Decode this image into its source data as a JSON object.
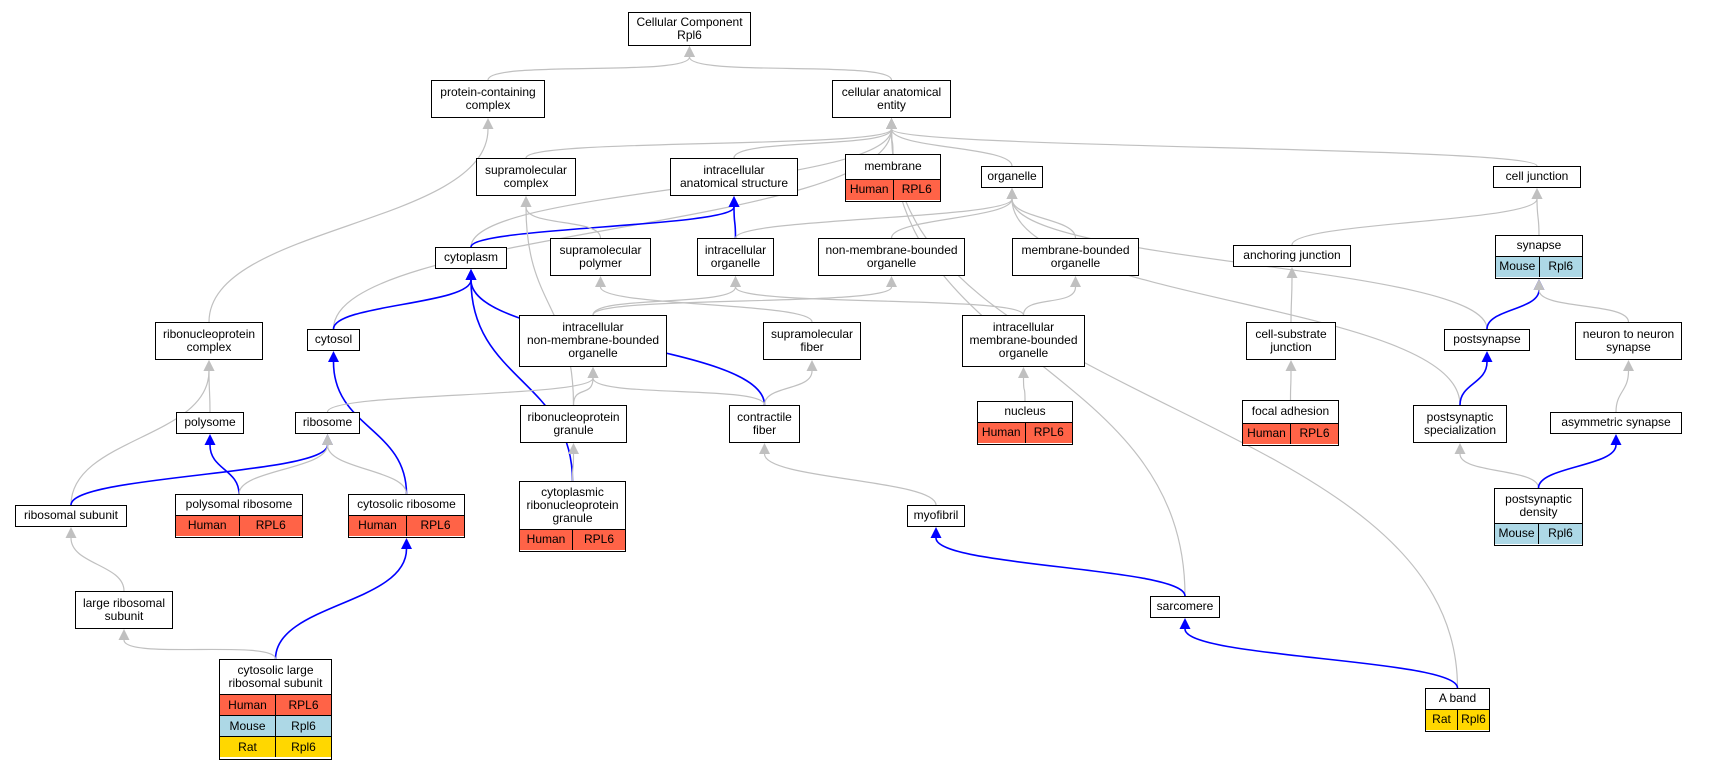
{
  "colors": {
    "Human": "#ff6347",
    "Mouse": "#add8e6",
    "Rat": "#ffd700",
    "edge_gray": "#c0c0c0",
    "edge_blue": "#0000ff"
  },
  "nodes": {
    "cc": {
      "label": "Cellular Component\nRpl6",
      "rows": []
    },
    "pcc": {
      "label": "protein-containing\ncomplex",
      "rows": []
    },
    "cae": {
      "label": "cellular anatomical\nentity",
      "rows": []
    },
    "smc": {
      "label": "supramolecular\ncomplex",
      "rows": []
    },
    "ias": {
      "label": "intracellular\nanatomical structure",
      "rows": []
    },
    "membrane": {
      "label": "membrane",
      "rows": [
        [
          "Human",
          "RPL6"
        ]
      ]
    },
    "organelle": {
      "label": "organelle",
      "rows": []
    },
    "celljunction": {
      "label": "cell junction",
      "rows": []
    },
    "cytoplasm": {
      "label": "cytoplasm",
      "rows": []
    },
    "smp": {
      "label": "supramolecular\npolymer",
      "rows": []
    },
    "io": {
      "label": "intracellular\norganelle",
      "rows": []
    },
    "nmbo": {
      "label": "non-membrane-bounded\norganelle",
      "rows": []
    },
    "mbo": {
      "label": "membrane-bounded\norganelle",
      "rows": []
    },
    "anchoring": {
      "label": "anchoring junction",
      "rows": []
    },
    "synapse": {
      "label": "synapse",
      "rows": [
        [
          "Mouse",
          "Rpl6"
        ]
      ]
    },
    "rnp": {
      "label": "ribonucleoprotein\ncomplex",
      "rows": []
    },
    "cytosol": {
      "label": "cytosol",
      "rows": []
    },
    "inmbo": {
      "label": "intracellular\nnon-membrane-bounded\norganelle",
      "rows": []
    },
    "smf": {
      "label": "supramolecular\nfiber",
      "rows": []
    },
    "imbo": {
      "label": "intracellular\nmembrane-bounded\norganelle",
      "rows": []
    },
    "csj": {
      "label": "cell-substrate\njunction",
      "rows": []
    },
    "postsynapse": {
      "label": "postsynapse",
      "rows": []
    },
    "n2n": {
      "label": "neuron to neuron\nsynapse",
      "rows": []
    },
    "polysome": {
      "label": "polysome",
      "rows": []
    },
    "ribosome": {
      "label": "ribosome",
      "rows": []
    },
    "rnpg": {
      "label": "ribonucleoprotein\ngranule",
      "rows": []
    },
    "cf": {
      "label": "contractile\nfiber",
      "rows": []
    },
    "nucleus": {
      "label": "nucleus",
      "rows": [
        [
          "Human",
          "RPL6"
        ]
      ]
    },
    "fa": {
      "label": "focal adhesion",
      "rows": [
        [
          "Human",
          "RPL6"
        ]
      ]
    },
    "pss": {
      "label": "postsynaptic\nspecialization",
      "rows": []
    },
    "asyn": {
      "label": "asymmetric synapse",
      "rows": []
    },
    "rsu": {
      "label": "ribosomal subunit",
      "rows": []
    },
    "pribo": {
      "label": "polysomal ribosome",
      "rows": [
        [
          "Human",
          "RPL6"
        ]
      ]
    },
    "cribo": {
      "label": "cytosolic ribosome",
      "rows": [
        [
          "Human",
          "RPL6"
        ]
      ]
    },
    "crnpg": {
      "label": "cytoplasmic\nribonucleoprotein\ngranule",
      "rows": [
        [
          "Human",
          "RPL6"
        ]
      ]
    },
    "myofibril": {
      "label": "myofibril",
      "rows": []
    },
    "psd": {
      "label": "postsynaptic\ndensity",
      "rows": [
        [
          "Mouse",
          "Rpl6"
        ]
      ]
    },
    "lrsu": {
      "label": "large ribosomal\nsubunit",
      "rows": []
    },
    "sarcomere": {
      "label": "sarcomere",
      "rows": []
    },
    "clrsu": {
      "label": "cytosolic large\nribosomal subunit",
      "rows": [
        [
          "Human",
          "RPL6"
        ],
        [
          "Mouse",
          "Rpl6"
        ],
        [
          "Rat",
          "Rpl6"
        ]
      ]
    },
    "aband": {
      "label": "A band",
      "rows": [
        [
          "Rat",
          "Rpl6"
        ]
      ]
    }
  },
  "edges": [
    {
      "from": "pcc",
      "to": "cc",
      "color": "gray"
    },
    {
      "from": "cae",
      "to": "cc",
      "color": "gray"
    },
    {
      "from": "rnp",
      "to": "pcc",
      "color": "gray"
    },
    {
      "from": "smc",
      "to": "cae",
      "color": "gray"
    },
    {
      "from": "ias",
      "to": "cae",
      "color": "gray"
    },
    {
      "from": "membrane",
      "to": "cae",
      "color": "gray"
    },
    {
      "from": "organelle",
      "to": "cae",
      "color": "gray"
    },
    {
      "from": "celljunction",
      "to": "cae",
      "color": "gray"
    },
    {
      "from": "cytoplasm",
      "to": "cae",
      "color": "gray"
    },
    {
      "from": "cytosol",
      "to": "cae",
      "color": "gray"
    },
    {
      "from": "sarcomere",
      "to": "cae",
      "color": "gray"
    },
    {
      "from": "aband",
      "to": "cae",
      "color": "gray"
    },
    {
      "from": "cytoplasm",
      "to": "ias",
      "color": "blue"
    },
    {
      "from": "io",
      "to": "ias",
      "color": "blue"
    },
    {
      "from": "smp",
      "to": "smc",
      "color": "gray"
    },
    {
      "from": "rnpg",
      "to": "smc",
      "color": "gray"
    },
    {
      "from": "io",
      "to": "organelle",
      "color": "gray"
    },
    {
      "from": "nmbo",
      "to": "organelle",
      "color": "gray"
    },
    {
      "from": "mbo",
      "to": "organelle",
      "color": "gray"
    },
    {
      "from": "pss",
      "to": "organelle",
      "color": "gray"
    },
    {
      "from": "postsynapse",
      "to": "organelle",
      "color": "gray"
    },
    {
      "from": "anchoring",
      "to": "celljunction",
      "color": "gray"
    },
    {
      "from": "synapse",
      "to": "celljunction",
      "color": "gray"
    },
    {
      "from": "cytosol",
      "to": "cytoplasm",
      "color": "blue"
    },
    {
      "from": "crnpg",
      "to": "cytoplasm",
      "color": "blue"
    },
    {
      "from": "cf",
      "to": "cytoplasm",
      "color": "blue"
    },
    {
      "from": "smf",
      "to": "smp",
      "color": "gray"
    },
    {
      "from": "inmbo",
      "to": "io",
      "color": "gray"
    },
    {
      "from": "imbo",
      "to": "io",
      "color": "gray"
    },
    {
      "from": "inmbo",
      "to": "nmbo",
      "color": "gray"
    },
    {
      "from": "imbo",
      "to": "mbo",
      "color": "gray"
    },
    {
      "from": "csj",
      "to": "anchoring",
      "color": "gray"
    },
    {
      "from": "postsynapse",
      "to": "synapse",
      "color": "blue"
    },
    {
      "from": "n2n",
      "to": "synapse",
      "color": "gray"
    },
    {
      "from": "polysome",
      "to": "rnp",
      "color": "gray"
    },
    {
      "from": "rsu",
      "to": "rnp",
      "color": "gray"
    },
    {
      "from": "cribo",
      "to": "cytosol",
      "color": "blue"
    },
    {
      "from": "ribosome",
      "to": "inmbo",
      "color": "gray"
    },
    {
      "from": "rnpg",
      "to": "inmbo",
      "color": "gray"
    },
    {
      "from": "cf",
      "to": "inmbo",
      "color": "gray"
    },
    {
      "from": "cf",
      "to": "smf",
      "color": "gray"
    },
    {
      "from": "nucleus",
      "to": "imbo",
      "color": "gray"
    },
    {
      "from": "fa",
      "to": "csj",
      "color": "gray"
    },
    {
      "from": "pss",
      "to": "postsynapse",
      "color": "blue"
    },
    {
      "from": "asyn",
      "to": "n2n",
      "color": "gray"
    },
    {
      "from": "pribo",
      "to": "polysome",
      "color": "blue"
    },
    {
      "from": "rsu",
      "to": "ribosome",
      "color": "blue"
    },
    {
      "from": "pribo",
      "to": "ribosome",
      "color": "gray"
    },
    {
      "from": "cribo",
      "to": "ribosome",
      "color": "gray"
    },
    {
      "from": "crnpg",
      "to": "rnpg",
      "color": "gray"
    },
    {
      "from": "myofibril",
      "to": "cf",
      "color": "gray"
    },
    {
      "from": "psd",
      "to": "pss",
      "color": "gray"
    },
    {
      "from": "psd",
      "to": "asyn",
      "color": "blue"
    },
    {
      "from": "lrsu",
      "to": "rsu",
      "color": "gray"
    },
    {
      "from": "clrsu",
      "to": "cribo",
      "color": "blue"
    },
    {
      "from": "sarcomere",
      "to": "myofibril",
      "color": "blue"
    },
    {
      "from": "clrsu",
      "to": "lrsu",
      "color": "gray"
    },
    {
      "from": "aband",
      "to": "sarcomere",
      "color": "blue"
    }
  ]
}
